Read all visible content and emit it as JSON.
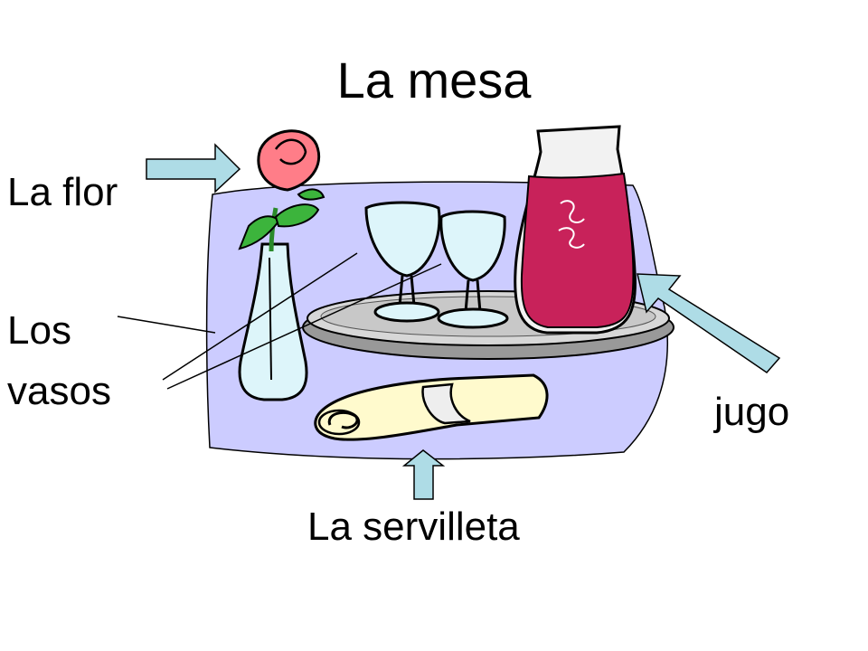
{
  "slide": {
    "title": "La mesa",
    "labels": {
      "flor": "La flor",
      "vasos_line1": "Los",
      "vasos_line2": "vasos",
      "jugo": "jugo",
      "servilleta": "La servilleta"
    }
  },
  "colors": {
    "background_blob": "#CCCCFF",
    "arrow_fill": "#AEDCE6",
    "juice": "#C8225A",
    "rose": "#FF7D88",
    "leaf": "#3CB43C",
    "glass": "#DDF5FA",
    "napkin": "#FFFACD"
  }
}
